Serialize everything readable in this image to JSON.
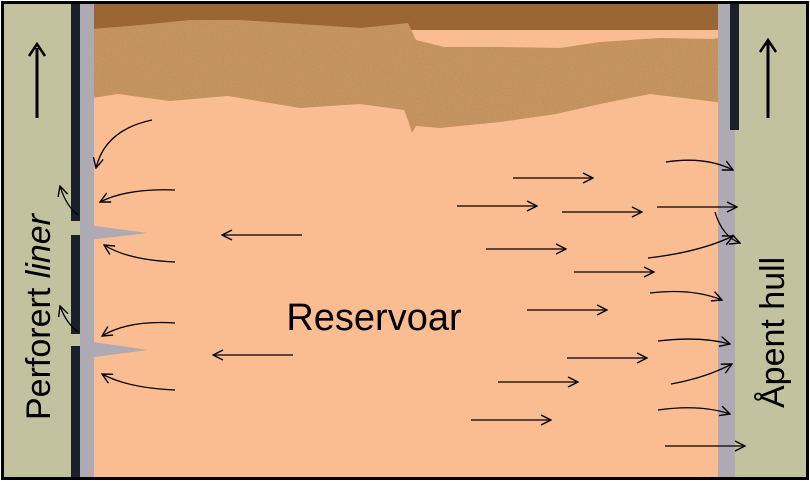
{
  "labels": {
    "reservoir": "Reservoar",
    "left_well_prefix": "Perforert ",
    "left_well_emph": "liner",
    "right_well": "Åpent hull"
  },
  "icons": {
    "flow_up_left": "up-arrow-icon",
    "flow_up_right": "up-arrow-icon"
  },
  "colors": {
    "reservoir": "#f9bd91",
    "cap_rock_dark": "#9a6633",
    "cap_rock_sand": "#c7945e",
    "well_annulus": "#c2c39e",
    "casing": "#1b1f2a",
    "sand_face": "#aeaab4",
    "arrow": "#000000"
  }
}
